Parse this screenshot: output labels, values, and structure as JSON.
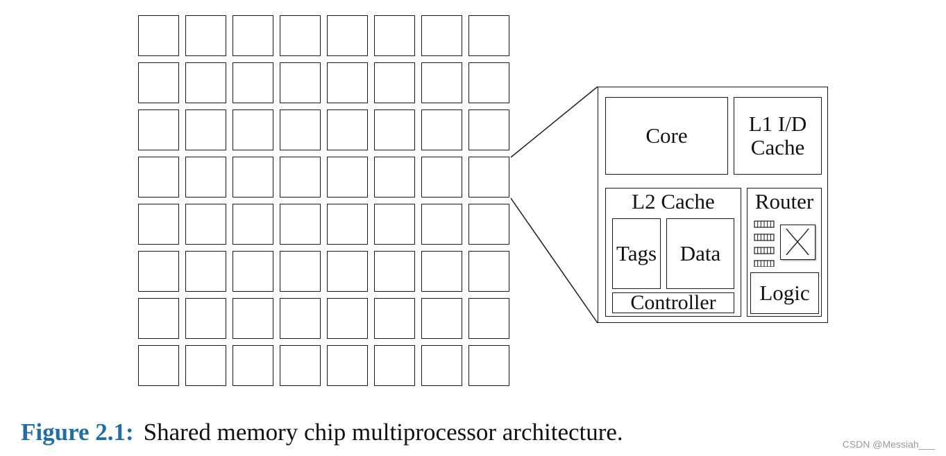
{
  "diagram": {
    "grid_rows": 8,
    "grid_cols": 8,
    "highlighted_tile": {
      "row": 4,
      "col": 8
    },
    "detail": {
      "core_label": "Core",
      "l1_line1": "L1 I/D",
      "l1_line2": "Cache",
      "l2_label": "L2 Cache",
      "tags_label": "Tags",
      "data_label": "Data",
      "controller_label": "Controller",
      "router_label": "Router",
      "logic_label": "Logic",
      "buffer_count": 4,
      "crossbar_icon": "crossbar-switch-icon",
      "buffer_icon": "input-buffer-icon"
    }
  },
  "caption": {
    "label": "Figure 2.1:",
    "text": "Shared memory chip multiprocessor architecture."
  },
  "watermark": "CSDN @Messiah___",
  "colors": {
    "caption_label": "#1f6fa6",
    "stroke": "#1a1a1a",
    "watermark": "#9a9a9a"
  }
}
